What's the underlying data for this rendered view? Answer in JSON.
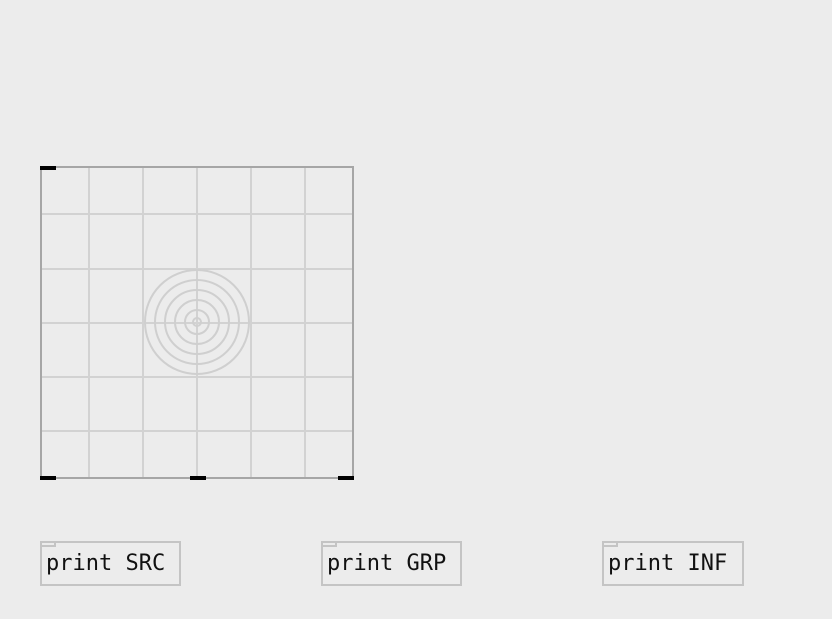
{
  "colors": {
    "background": "#ececec",
    "grid_line": "#d0d0d0",
    "border": "#a6a6a6",
    "box_border": "#c4c4c4",
    "port": "#000000"
  },
  "objects": [
    {
      "label": "print SRC"
    },
    {
      "label": "print GRP"
    },
    {
      "label": "print INF"
    }
  ]
}
